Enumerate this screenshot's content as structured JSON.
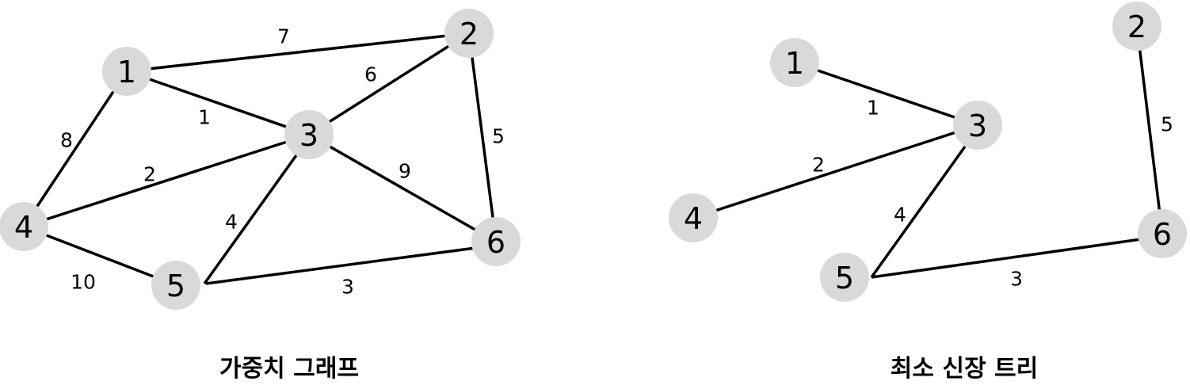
{
  "colors": {
    "node_fill": "#d9d9d9",
    "edge": "#000000",
    "text": "#000000"
  },
  "graphs": [
    {
      "id": "weighted",
      "caption": "가중치 그래프",
      "nodes": [
        {
          "id": "1",
          "label": "1"
        },
        {
          "id": "2",
          "label": "2"
        },
        {
          "id": "3",
          "label": "3"
        },
        {
          "id": "4",
          "label": "4"
        },
        {
          "id": "5",
          "label": "5"
        },
        {
          "id": "6",
          "label": "6"
        }
      ],
      "edges": [
        {
          "from": "1",
          "to": "2",
          "weight": "7"
        },
        {
          "from": "1",
          "to": "3",
          "weight": "1"
        },
        {
          "from": "1",
          "to": "4",
          "weight": "8"
        },
        {
          "from": "2",
          "to": "3",
          "weight": "6"
        },
        {
          "from": "2",
          "to": "6",
          "weight": "5"
        },
        {
          "from": "3",
          "to": "4",
          "weight": "2"
        },
        {
          "from": "3",
          "to": "5",
          "weight": "4"
        },
        {
          "from": "3",
          "to": "6",
          "weight": "9"
        },
        {
          "from": "4",
          "to": "5",
          "weight": "10"
        },
        {
          "from": "5",
          "to": "6",
          "weight": "3"
        }
      ]
    },
    {
      "id": "mst",
      "caption": "최소 신장 트리",
      "nodes": [
        {
          "id": "1",
          "label": "1"
        },
        {
          "id": "2",
          "label": "2"
        },
        {
          "id": "3",
          "label": "3"
        },
        {
          "id": "4",
          "label": "4"
        },
        {
          "id": "5",
          "label": "5"
        },
        {
          "id": "6",
          "label": "6"
        }
      ],
      "edges": [
        {
          "from": "1",
          "to": "3",
          "weight": "1"
        },
        {
          "from": "3",
          "to": "4",
          "weight": "2"
        },
        {
          "from": "3",
          "to": "5",
          "weight": "4"
        },
        {
          "from": "5",
          "to": "6",
          "weight": "3"
        },
        {
          "from": "2",
          "to": "6",
          "weight": "5"
        }
      ]
    }
  ]
}
